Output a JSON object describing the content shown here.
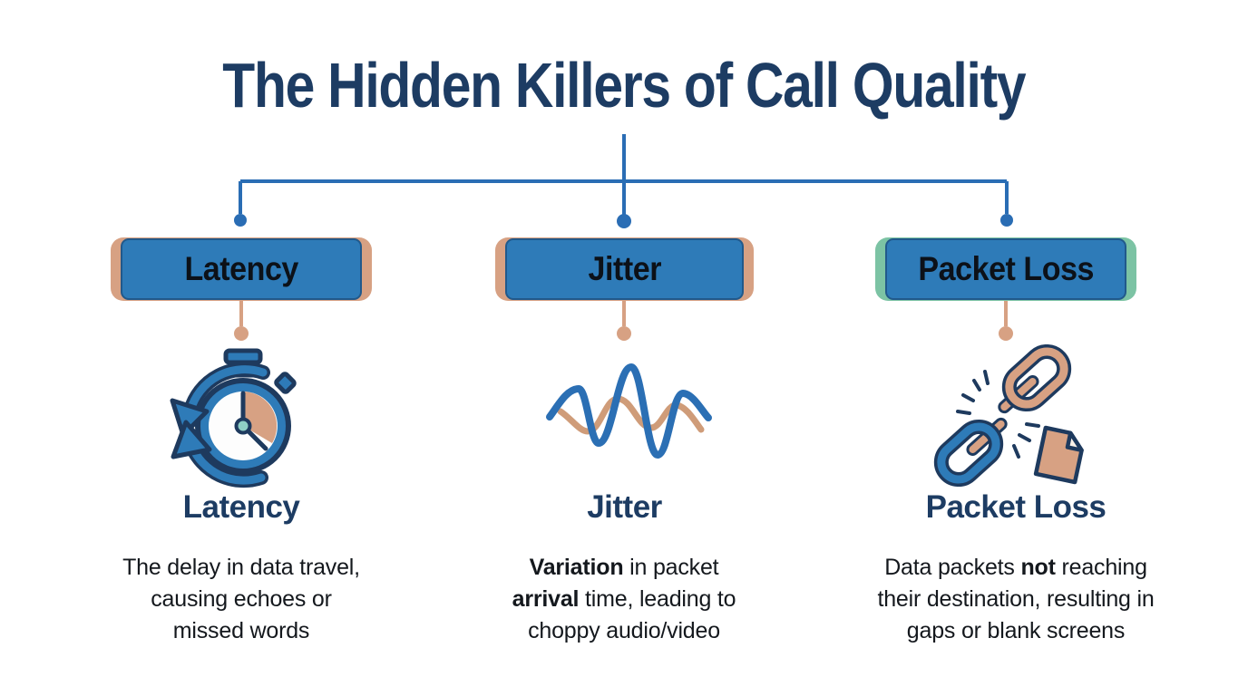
{
  "title": "The Hidden Killers of Call Quality",
  "colors": {
    "navy": "#1d3c63",
    "box_blue": "#2e7bb8",
    "line_blue": "#2a6db4",
    "tan": "#d7a183",
    "teal_edge": "#7cc3a4",
    "teal_dot": "#8fd0c6",
    "text_black": "#14181d"
  },
  "columns": [
    {
      "id": "latency",
      "box_label": "Latency",
      "edge_color": "#d7a183",
      "icon": "stopwatch-icon",
      "label": "Latency",
      "description": "The delay in data travel,\ncausing echoes or\nmissed words"
    },
    {
      "id": "jitter",
      "box_label": "Jitter",
      "edge_color": "#d7a183",
      "icon": "waveform-icon",
      "label": "Jitter",
      "description": "**Variation** in packet\n**arrival** time, leading to\nchoppy audio/video"
    },
    {
      "id": "packet-loss",
      "box_label": "Packet Loss",
      "edge_color": "#7cc3a4",
      "icon": "broken-chain-icon",
      "label": "Packet Loss",
      "description": "Data packets **not** reaching\ntheir destination, resulting in\ngaps or blank screens"
    }
  ]
}
